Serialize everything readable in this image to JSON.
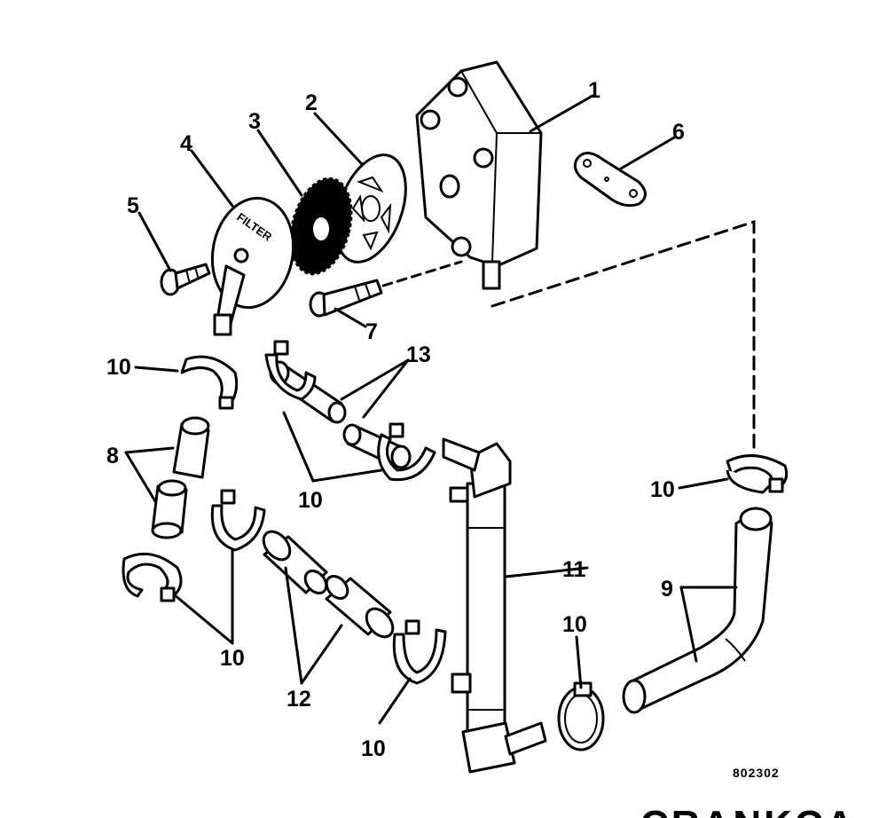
{
  "callouts": {
    "c1": "1",
    "c2": "2",
    "c3": "3",
    "c4": "4",
    "c5": "5",
    "c6": "6",
    "c7": "7",
    "c8": "8",
    "c9": "9",
    "c10a": "10",
    "c10b": "10",
    "c10c": "10",
    "c10d": "10",
    "c10e": "10",
    "c10f": "10",
    "c11": "11",
    "c12": "12",
    "c13": "13"
  },
  "filter_stamp": "FILTER",
  "figure_number": "802302",
  "cut_off_heading": "CRANKCA"
}
